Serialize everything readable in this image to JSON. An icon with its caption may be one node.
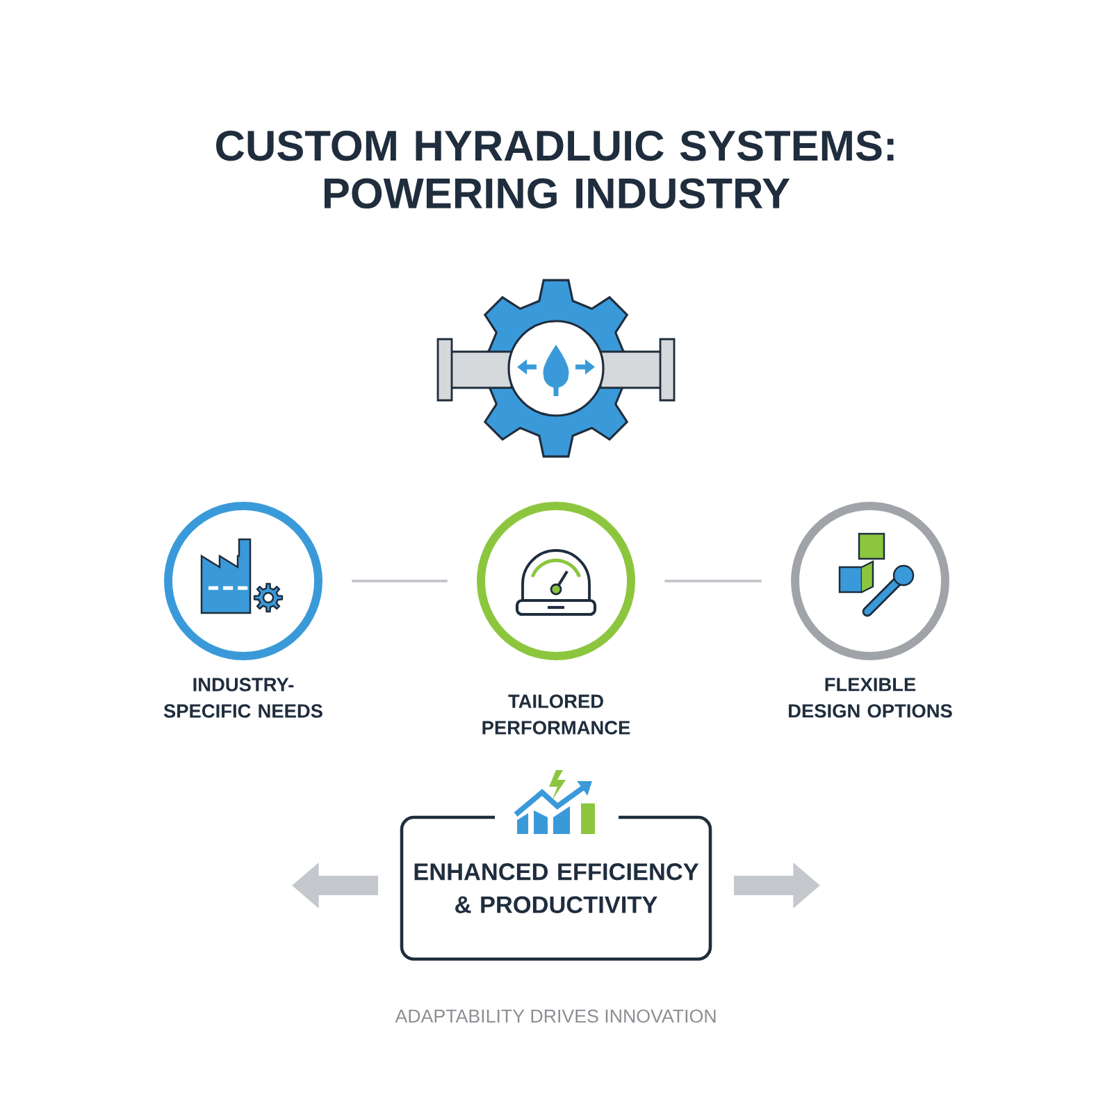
{
  "diagram": {
    "title": "CUSTOM HYRADLUIC SYSTEMS: POWERING INDUSTRY",
    "nodes": [
      {
        "text": [
          "INDUSTRY-SPECIFIC NEEDS"
        ]
      },
      {
        "text": [
          "TAILORED PERFORMANCE"
        ]
      },
      {
        "text": [
          "FLEXIBLE DESIGN OPTIONS"
        ]
      },
      {
        "text": [
          "ENHANCED EFFICIENCY & PRODUCTIVITY"
        ]
      }
    ],
    "edges": [
      {
        "from": 0,
        "to": 1,
        "arrow": "none"
      },
      {
        "from": 1,
        "to": 2,
        "arrow": "none"
      }
    ],
    "labels": [
      "ADAPTABILITY DRIVES INNOVATION"
    ]
  }
}
